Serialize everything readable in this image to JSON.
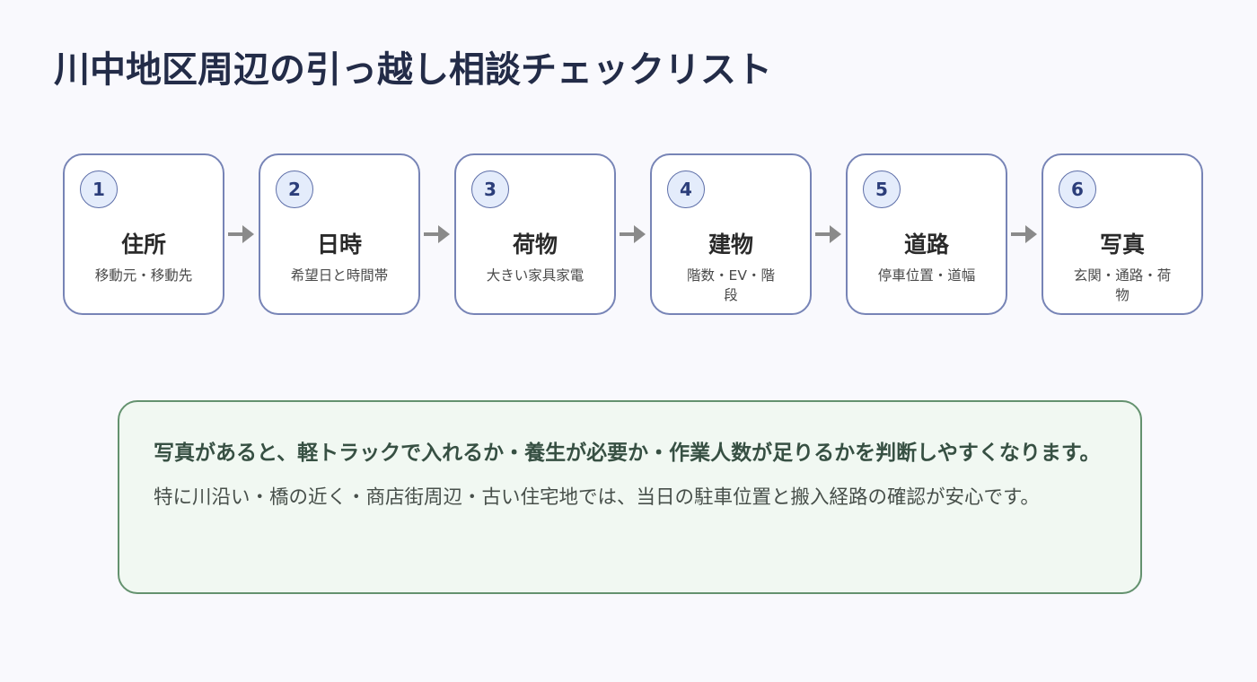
{
  "title": "川中地区周辺の引っ越し相談チェックリスト",
  "steps": [
    {
      "number": "1",
      "title": "住所",
      "desc": "移動元・移動先"
    },
    {
      "number": "2",
      "title": "日時",
      "desc": "希望日と時間帯"
    },
    {
      "number": "3",
      "title": "荷物",
      "desc": "大きい家具家電"
    },
    {
      "number": "4",
      "title": "建物",
      "desc": "階数・EV・階段"
    },
    {
      "number": "5",
      "title": "道路",
      "desc": "停車位置・道幅"
    },
    {
      "number": "6",
      "title": "写真",
      "desc": "玄関・通路・荷物"
    }
  ],
  "note": {
    "line1": "写真があると、軽トラックで入れるか・養生が必要か・作業人数が足りるかを判断しやすくなります。",
    "line2": "特に川沿い・橋の近く・商店街周辺・古い住宅地では、当日の駐車位置と搬入経路の確認が安心です。"
  },
  "colors": {
    "title": "#232c48",
    "step_border": "#7784b6",
    "badge_fill": "#e4ecfb",
    "arrow": "#8a8a8a",
    "note_border": "#64926f",
    "note_fill": "#f1f8f2"
  },
  "icons": {
    "connector": "arrow-right-icon"
  }
}
